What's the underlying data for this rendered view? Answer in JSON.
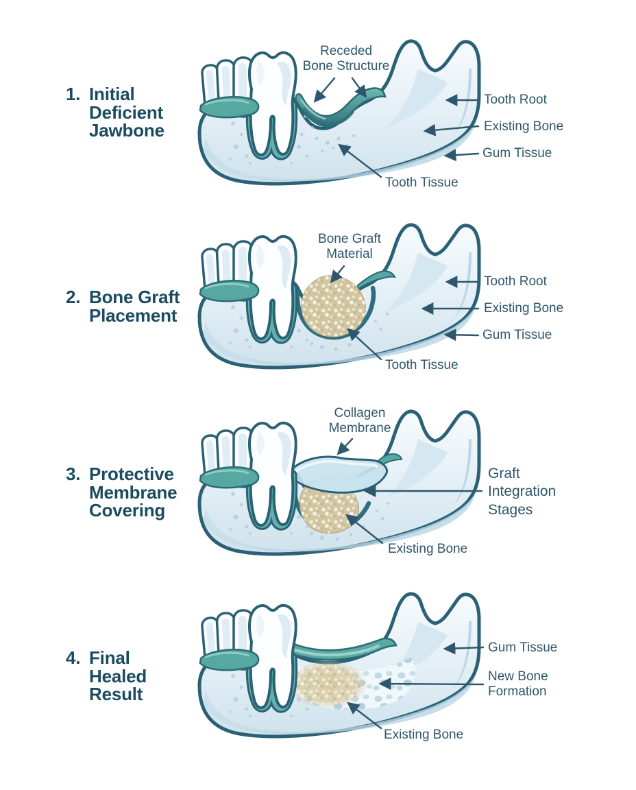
{
  "document": {
    "type": "dental bone graft procedure infographic",
    "background": "#ffffff"
  },
  "palette": {
    "title_text": "#1a4b60",
    "label_text": "#2e566c",
    "outline_teal": "#2b6175",
    "bone_light": "#f6fbfd",
    "bone_shade": "#c9dfe9",
    "gum_teal": "#57a8a2",
    "gum_dark": "#2b6b74",
    "defect_teal": "#3b7d85",
    "graft_beige": "#d2c6a2",
    "membrane_blue": "#c7e2ee",
    "trabecular_blue": "#bcd7e4"
  },
  "stages": [
    {
      "number": "1.",
      "title": "Initial\nDeficient\nJawbone",
      "labels": {
        "top": "Receded\nBone Structure",
        "right1": "Tooth Root",
        "right2": "Existing Bone",
        "right3": "Gum Tissue",
        "bottom": "Tooth Tissue"
      }
    },
    {
      "number": "2.",
      "title": "Bone Graft\nPlacement",
      "labels": {
        "top": "Bone Graft\nMaterial",
        "right1": "Tooth Root",
        "right2": "Existing Bone",
        "right3": "Gum Tissue",
        "bottom": "Tooth Tissue"
      }
    },
    {
      "number": "3.",
      "title": "Protective\nMembrane\nCovering",
      "labels": {
        "top": "Collagen\nMembrane",
        "right_big": "Graft\nIntegration\nStages",
        "bottom": "Existing Bone"
      }
    },
    {
      "number": "4.",
      "title": "Final\nHealed\nResult",
      "labels": {
        "right1": "Gum Tissue",
        "right2": "New Bone\nFormation",
        "bottom": "Existing Bone"
      }
    }
  ]
}
